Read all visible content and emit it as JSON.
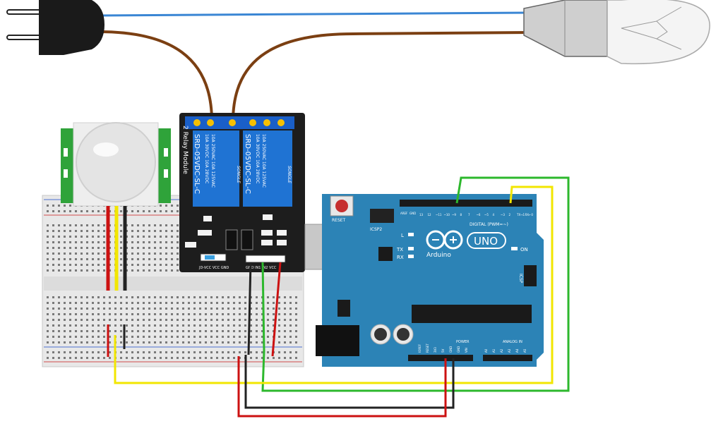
{
  "relay_module": {
    "model_label": "SRD-05VDC-SL-C",
    "rating_line_1": "10A 250VAC 10A 125VAC",
    "rating_line_2": "10A 30VDC 10A 28VDC",
    "brand": "SONGLE",
    "module_title": "2 Relay Module",
    "pin_labels": "JD-VCC VCC GND",
    "input_labels": "GND IN1 IN2 VCC"
  },
  "arduino": {
    "reset_label": "RESET",
    "icsp2_label": "ICSP2",
    "aref_label": "AREF",
    "gnd_label": "GND",
    "digital_label": "DIGITAL (PWM=~)",
    "uno_label": "UNO",
    "arduino_label": "Arduino",
    "on_label": "ON",
    "led_l": "L",
    "led_tx": "TX",
    "led_rx": "RX",
    "icsp_label": "ICSP",
    "power_label": "POWER",
    "analog_label": "ANALOG IN",
    "digital_pin_numbers": [
      "13",
      "12",
      "~11",
      "~10",
      "~9",
      "8",
      "7",
      "~6",
      "~5",
      "4",
      "~3",
      "2",
      "TX→1",
      "RX←0"
    ],
    "power_pin_labels": [
      "IOREF",
      "RESET",
      "3V3",
      "5V",
      "GND",
      "GND",
      "VIN"
    ],
    "analog_pin_labels": [
      "A0",
      "A1",
      "A2",
      "A3",
      "A4",
      "A5"
    ]
  },
  "colors": {
    "wire_blue": "#3a86d4",
    "wire_brown": "#7b3f12",
    "wire_yellow": "#f2e600",
    "wire_green": "#2db82d",
    "wire_red": "#cc1111",
    "wire_black": "#222222",
    "arduino_board": "#2c83b6",
    "relay_blue": "#1f73d3",
    "relay_board": "#1d1d1d",
    "pir_green": "#2fa33a"
  },
  "icons": [
    "plug-icon",
    "light-bulb-icon",
    "pir-sensor-icon",
    "relay-module-icon",
    "arduino-uno-icon",
    "breadboard-icon"
  ]
}
